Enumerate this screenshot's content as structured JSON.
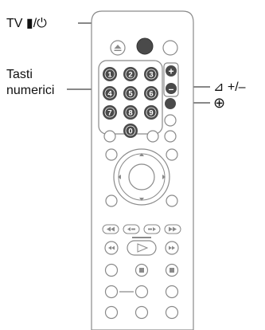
{
  "labels": {
    "tv_power": "TV ▮/⏻",
    "numeric_line1": "Tasti",
    "numeric_line2": "numerici",
    "volume": "⊿ +/–",
    "input_select": "⊕"
  },
  "keypad": {
    "digits": [
      "1",
      "2",
      "3",
      "4",
      "5",
      "6",
      "7",
      "8",
      "9",
      "0"
    ]
  },
  "volume_key": {
    "plus": "+",
    "minus": "–"
  },
  "icons": {
    "eject": "eject-icon",
    "tv_power_button": "tv-power-button",
    "dpad": "dpad-icon",
    "play": "play-icon"
  },
  "colors": {
    "outline": "#8a8a8a",
    "dark_key": "#4a4a4a",
    "white_key": "#ffffff",
    "remote_body": "#ffffff",
    "text": "#111111"
  }
}
